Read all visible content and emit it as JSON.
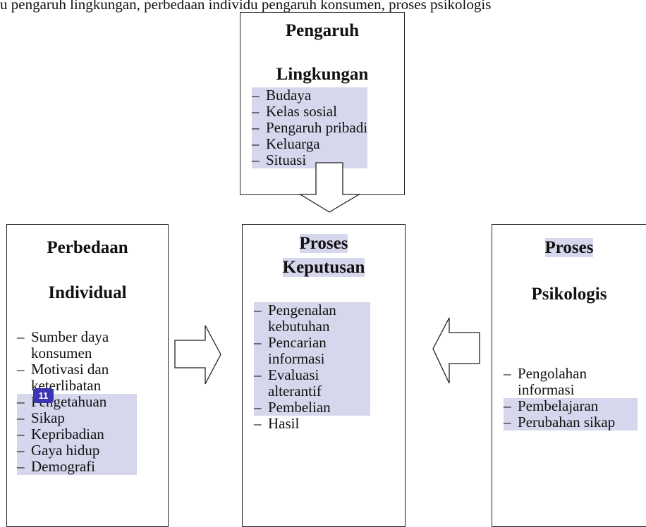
{
  "intro_text": "u pengaruh lingkungan, perbedaan individu pengaruh konsumen, proses psikologis",
  "environment": {
    "title_1": "Pengaruh",
    "title_2": "Lingkungan",
    "items": [
      "Budaya",
      "Kelas sosial",
      "Pengaruh pribadi",
      "Keluarga",
      "Situasi"
    ]
  },
  "individual": {
    "title_1": "Perbedaan",
    "title_2": "Individual",
    "items": [
      "Sumber daya konsumen",
      "Motivasi dan keterlibatan",
      "Pengetahuan",
      "Sikap",
      "Kepribadian",
      "Gaya hidup",
      "Demografi"
    ],
    "badge": "11"
  },
  "decision": {
    "title_1": "Proses",
    "title_2": "Keputusan",
    "items": [
      "Pengenalan kebutuhan",
      "Pencarian informasi",
      "Evaluasi alterantif",
      "Pembelian",
      "Hasil"
    ]
  },
  "psychological": {
    "title_1": "Proses",
    "title_2": "Psikologis",
    "items": [
      "Pengolahan informasi",
      "Pembelajaran",
      "Perubahan sikap"
    ]
  },
  "colors": {
    "highlight": "#d6d6ec",
    "badge": "#3b35b4",
    "border": "#222222"
  }
}
